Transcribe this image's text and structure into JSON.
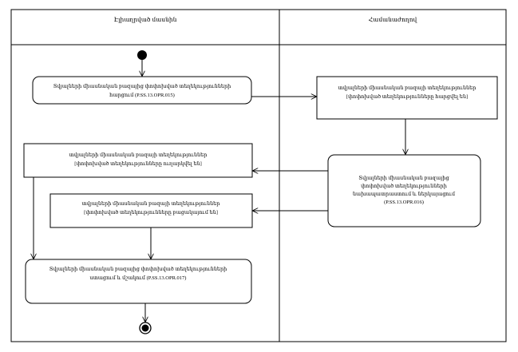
{
  "lanes": {
    "left": {
      "title": "Էլիաղրված մասնին"
    },
    "right": {
      "title": "Համանաժողով"
    }
  },
  "nodes": {
    "request_action": {
      "lines": [
        "Տվյալների միասնական բազայից փոփոխված տեղեկությունների",
        "հարցում (P.SS.13.OPR.015)"
      ]
    },
    "requested_object": {
      "lines": [
        "տվյալների միասնական բազայի տեղեկություններ",
        "[փոփոխված տեղեկությունները հարցվել են]"
      ]
    },
    "prepare_action": {
      "lines": [
        "Տվյալների միասնական բազայից",
        "փոփոխված տեղեկությունների",
        "նախապատրաստում և ներկայացում",
        "(P.SS.13.OPR.016)"
      ]
    },
    "sent_object": {
      "lines": [
        "տվյալների միասնական բազայի տեղեկություններ",
        "[փոփոխված տեղեկությունները ուղարկվել են]"
      ]
    },
    "missing_object": {
      "lines": [
        "տվյալների միասնական բազայի տեղեկություններ",
        "[փոփոխված տեղեկությունները բացակայում են]"
      ]
    },
    "receive_action": {
      "lines": [
        "Տվյալների միասնական բազայից փոփոխված տեղեկությունների",
        "ստացում և մշակում (P.SS.13.OPR.017)"
      ]
    }
  }
}
